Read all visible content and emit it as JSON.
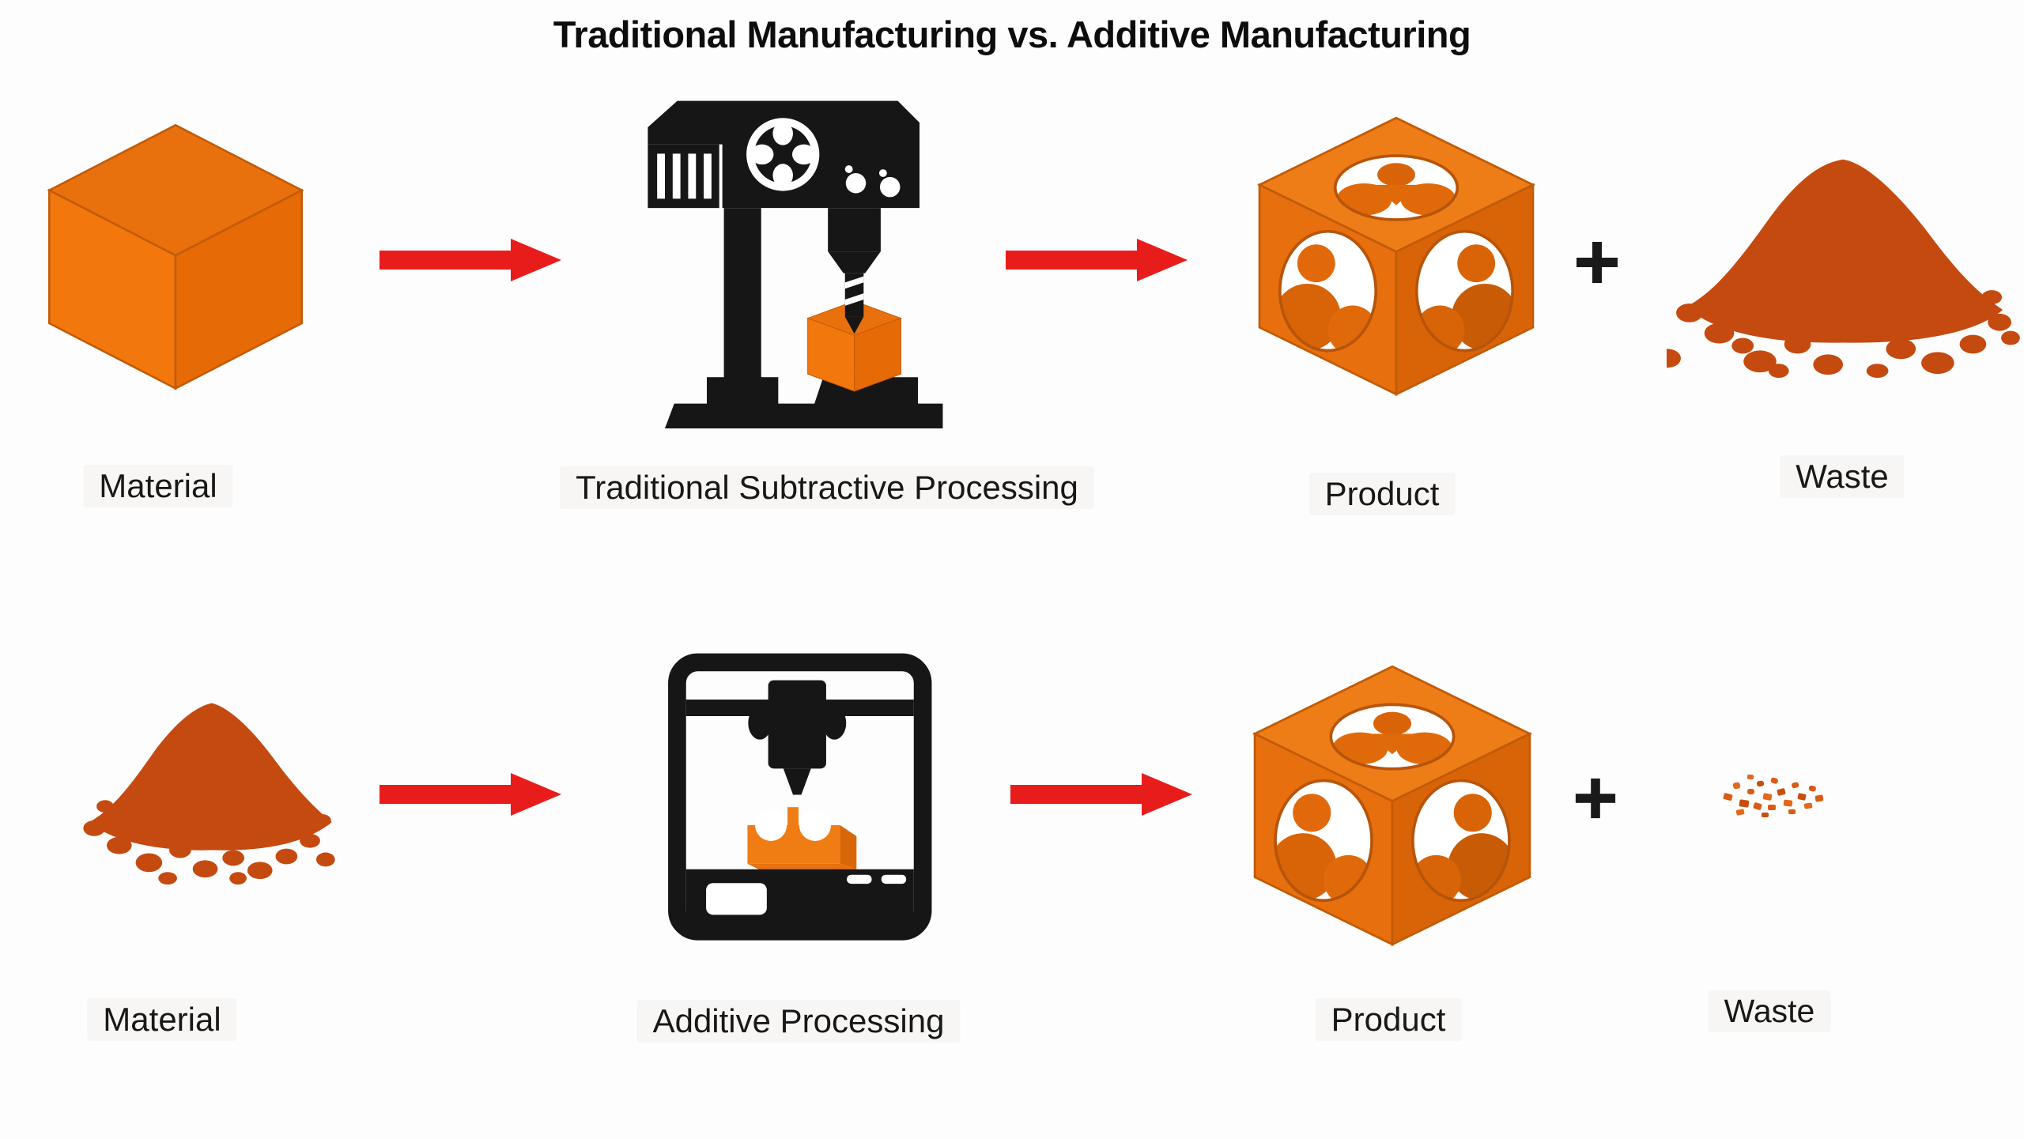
{
  "title": "Traditional Manufacturing vs. Additive Manufacturing",
  "colors": {
    "arrow_red": "#e91c1c",
    "icon_black": "#161616",
    "cube_orange_top": "#e9710d",
    "cube_orange_left": "#f2780e",
    "cube_orange_right": "#e66a06",
    "waste_orange": "#c54a10",
    "background": "#fdfdfd"
  },
  "icons": {
    "solid_cube": "solid-cube-icon",
    "cnc_machine": "cnc-machine-icon",
    "hollow_cube": "hollow-cube-icon",
    "waste_pile": "waste-pile-icon",
    "powder_pile": "powder-pile-icon",
    "printer_3d": "printer-3d-icon",
    "waste_specks": "waste-specks-icon",
    "arrow": "flow-arrow-icon",
    "plus": "plus-icon"
  },
  "rows": [
    {
      "name": "traditional",
      "plus": "+",
      "steps": [
        {
          "icon": "solid-cube-icon",
          "label": "Material"
        },
        {
          "icon": "cnc-machine-icon",
          "label": "Traditional Subtractive Processing"
        },
        {
          "icon": "hollow-cube-icon",
          "label": "Product"
        },
        {
          "icon": "waste-pile-icon",
          "label": "Waste"
        }
      ]
    },
    {
      "name": "additive",
      "plus": "+",
      "steps": [
        {
          "icon": "powder-pile-icon",
          "label": "Material"
        },
        {
          "icon": "printer-3d-icon",
          "label": "Additive Processing"
        },
        {
          "icon": "hollow-cube-icon",
          "label": "Product"
        },
        {
          "icon": "waste-specks-icon",
          "label": "Waste"
        }
      ]
    }
  ]
}
